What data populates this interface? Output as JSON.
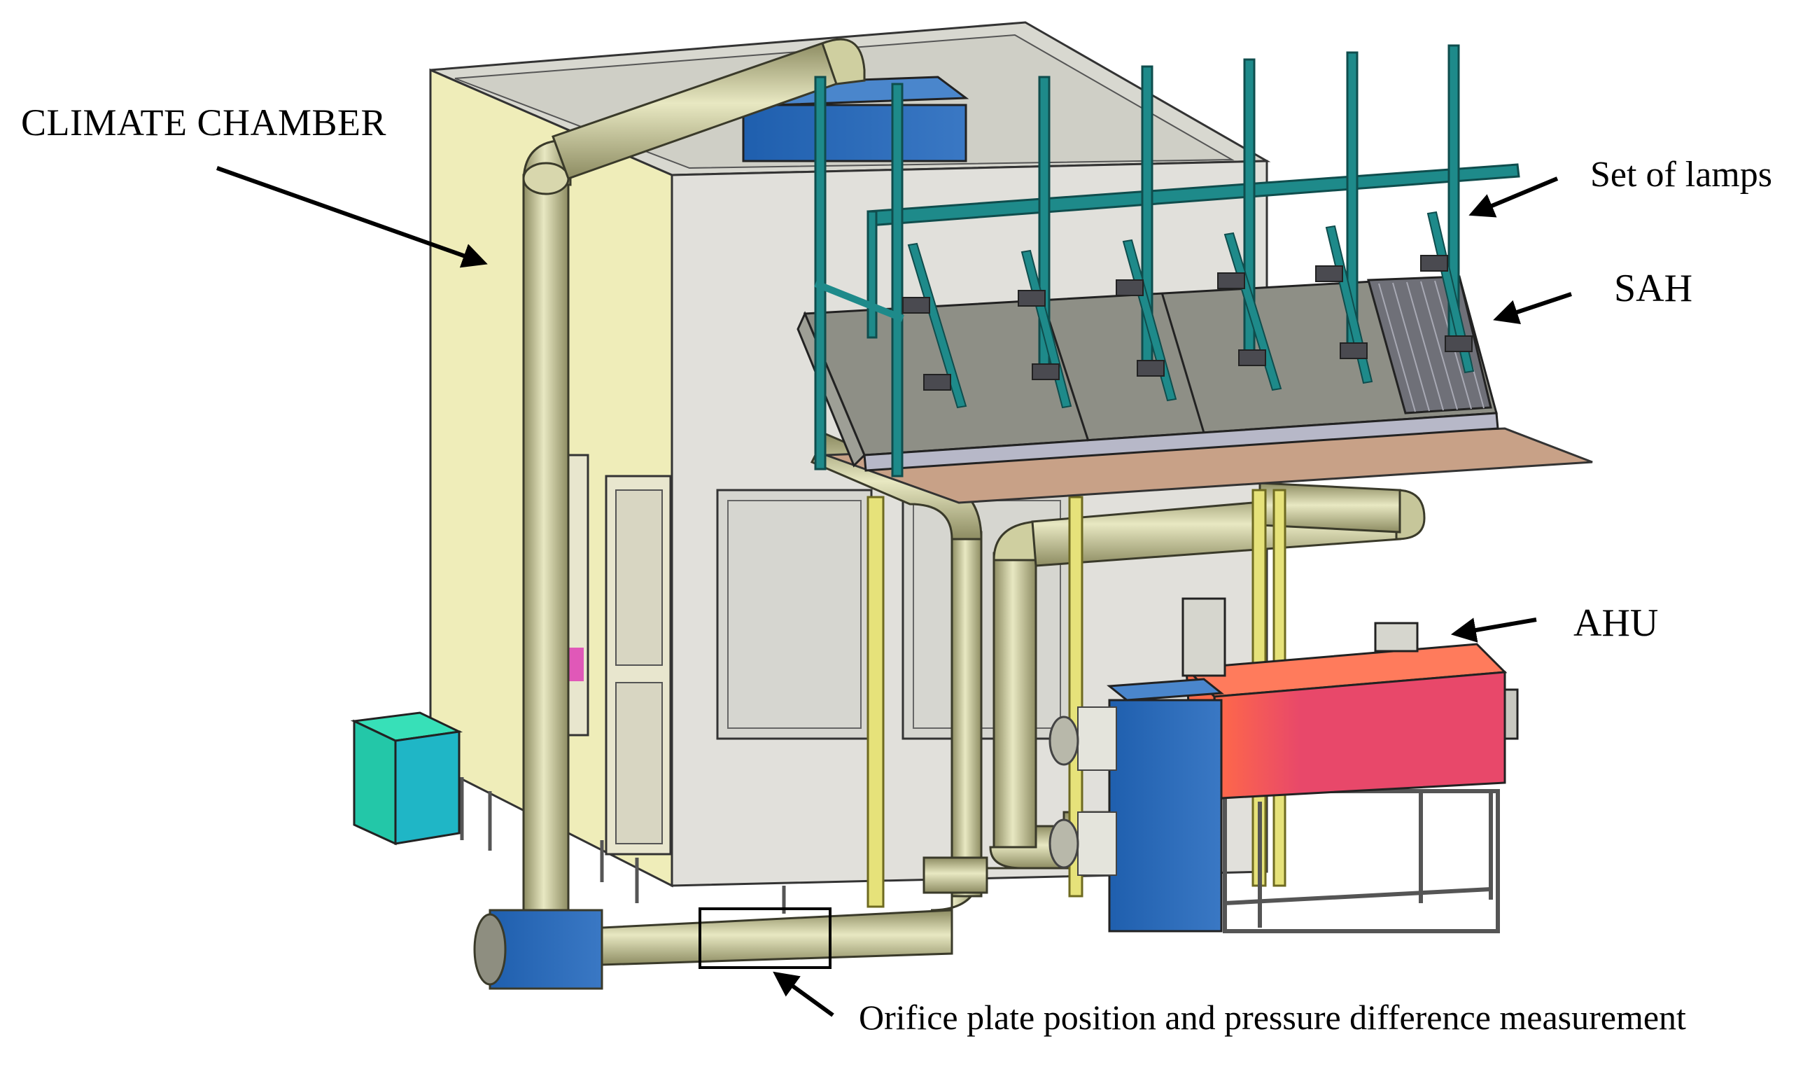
{
  "labels": {
    "climate_chamber": "CLIMATE CHAMBER",
    "set_of_lamps": "Set of lamps",
    "sah": "SAH",
    "ahu": "AHU",
    "orifice": "Orifice plate position and pressure difference measurement"
  },
  "colors": {
    "chamber_side": "#efedb9",
    "chamber_front": "#e1e0db",
    "pipe": "#cfcfa0",
    "lamp_frame": "#1e8a8a",
    "panel": "#8e8f86",
    "board": "#c8a187",
    "ahu_body": "#e8486a",
    "fan_box": "#2563b0",
    "control_box": "#23c7a8"
  }
}
